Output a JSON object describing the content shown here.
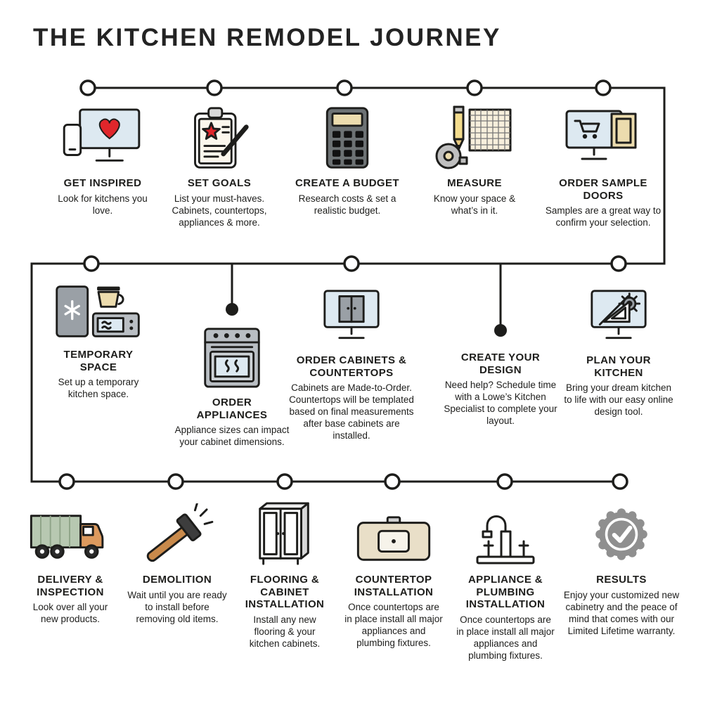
{
  "title": "THE KITCHEN REMODEL JOURNEY",
  "colors": {
    "line": "#1d1d1b",
    "red": "#e0262b",
    "screen_blue": "#dde9f1",
    "tan": "#ecdcae",
    "appliance_gray": "#b9bec3",
    "fridge_gray": "#9aa0a6",
    "truck_green": "#b7c8b1",
    "truck_orange": "#dd9a5e",
    "handle_brown": "#c98a4b",
    "badge_gray": "#8f8f8f"
  },
  "steps": [
    {
      "icon": "monitor-heart-phone-icon",
      "label": "GET INSPIRED",
      "desc": "Look for kitchens you love."
    },
    {
      "icon": "clipboard-star-pen-icon",
      "label": "SET GOALS",
      "desc": "List your must-haves. Cabinets, countertops, appliances & more."
    },
    {
      "icon": "calculator-icon",
      "label": "CREATE A BUDGET",
      "desc": "Research costs & set a realistic budget."
    },
    {
      "icon": "tape-measure-pencil-grid-icon",
      "label": "MEASURE",
      "desc": "Know your space & what’s in it."
    },
    {
      "icon": "monitor-cart-door-icon",
      "label": "ORDER SAMPLE DOORS",
      "desc": "Samples are a great way to confirm your selection."
    },
    {
      "icon": "fridge-coffee-microwave-icon",
      "label": "TEMPORARY SPACE",
      "desc": "Set up a temporary kitchen space."
    },
    {
      "icon": "range-stove-icon",
      "label": "ORDER APPLIANCES",
      "desc": "Appliance sizes can impact your cabinet dimensions."
    },
    {
      "icon": "monitor-cabinet-icon",
      "label": "ORDER CABINETS & COUNTERTOPS",
      "desc": "Cabinets are Made-to-Order. Countertops will be templated based on final measurements after base cabinets are installed."
    },
    {
      "icon": "none",
      "label": "CREATE YOUR DESIGN",
      "desc": "Need help? Schedule time with a Lowe’s Kitchen Specialist to complete your layout."
    },
    {
      "icon": "monitor-ruler-gear-icon",
      "label": "PLAN YOUR KITCHEN",
      "desc": "Bring your dream kitchen to life with our easy online design tool."
    },
    {
      "icon": "delivery-truck-icon",
      "label": "DELIVERY & INSPECTION",
      "desc": "Look over all your new products."
    },
    {
      "icon": "sledgehammer-icon",
      "label": "DEMOLITION",
      "desc": "Wait until you are ready to install before removing old items."
    },
    {
      "icon": "cabinet-icon",
      "label": "FLOORING & CABINET INSTALLATION",
      "desc": "Install any new flooring & your kitchen cabinets."
    },
    {
      "icon": "countertop-sink-icon",
      "label": "COUNTERTOP INSTALLATION",
      "desc": "Once countertops are in place install all major appliances and plumbing fixtures."
    },
    {
      "icon": "faucet-icon",
      "label": "APPLIANCE & PLUMBING INSTALLATION",
      "desc": "Once countertops are in place install all major appliances and plumbing fixtures."
    },
    {
      "icon": "warranty-badge-check-icon",
      "label": "RESULTS",
      "desc": "Enjoy your customized new cabinetry and the peace of mind that comes with our Limited Lifetime warranty."
    }
  ]
}
